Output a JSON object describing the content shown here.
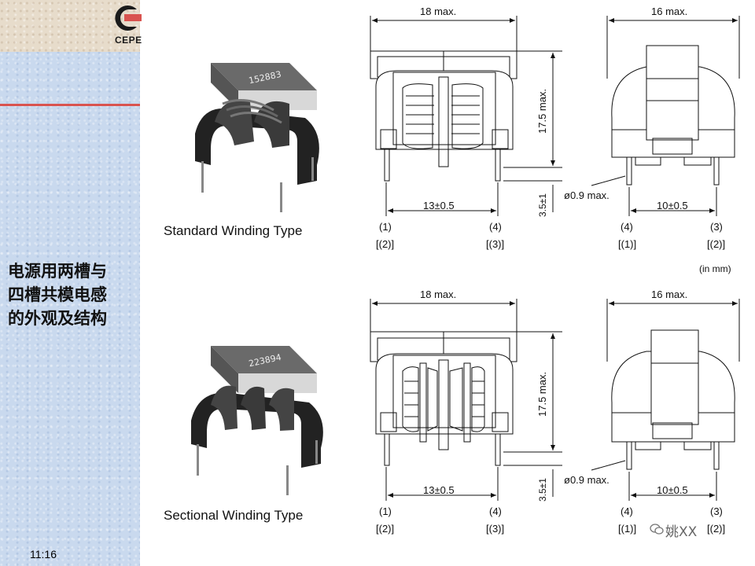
{
  "logo": {
    "text": "CEPE"
  },
  "slide": {
    "title_lines": [
      "电源用两槽与",
      "四槽共模电感",
      "的外观及结构"
    ],
    "time": "11:16"
  },
  "images": [
    {
      "caption": "Standard Winding Type",
      "part_marking": "152883"
    },
    {
      "caption": "Sectional Winding Type",
      "part_marking": "223894"
    }
  ],
  "drawings": {
    "width_front": "18 max.",
    "width_side": "16 max.",
    "height": "17.5 max.",
    "pin_length": "3.5±1",
    "pin_spacing_front": "13±0.5",
    "pin_spacing_side": "10±0.5",
    "pin_diameter": "ø0.9 max.",
    "unit": "(in mm)",
    "front_pins": [
      {
        "num": "(1)",
        "alt": "[(2)]"
      },
      {
        "num": "(4)",
        "alt": "[(3)]"
      }
    ],
    "side_pins": [
      {
        "num": "(4)",
        "alt": "[(1)]"
      },
      {
        "num": "(3)",
        "alt": "[(2)]"
      }
    ]
  },
  "watermark": {
    "text": "姚XX"
  }
}
